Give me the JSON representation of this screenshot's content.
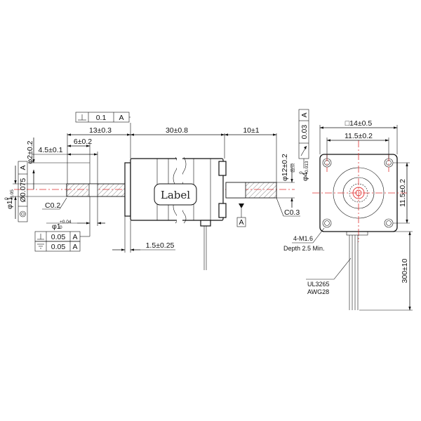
{
  "dimensions": {
    "len_13": "13±0.3",
    "len_30": "30±0.8",
    "len_10": "10±1",
    "len_6": "6±0.2",
    "len_4_5": "4.5±0.1",
    "len_1_5": "1.5±0.25",
    "sq_14": "□14±0.5",
    "pitch_h": "11.5±0.2",
    "pitch_v": "11.5±0.2",
    "lead_300": "300±10",
    "dia_2": "φ2±0.2",
    "dia_11_main": "φ11",
    "dia_11_sup": "0",
    "dia_11_sub": "-0.05",
    "dia_12": "φ12±0.2",
    "dia_12_note": "齿顶",
    "dia_4_main": "φ4",
    "dia_4_sup": "0",
    "dia_4_sub": "-0.013",
    "dia_1_main": "φ1",
    "dia_1_sup": "+0.04",
    "dia_1_sub": "0",
    "chamfer_left": "C0.2",
    "chamfer_right": "C0.3"
  },
  "tolerances": {
    "top_perp": {
      "value": "0.1",
      "datum": "A"
    },
    "right_flat": {
      "value": "0.03",
      "datum": "A"
    },
    "left_conc": {
      "value": "Ø0.075",
      "datum": "A"
    },
    "bottom_perp": {
      "value": "0.05",
      "datum": "A"
    },
    "bottom_coax": {
      "value": "0.05",
      "datum": "A"
    },
    "datum_flag": "A"
  },
  "labels": {
    "label_plate": "Label",
    "thread_note": "4-M1.6",
    "depth_note": "Depth 2.5 Min.",
    "cable_type": "UL3265",
    "cable_awg": "AWG28"
  },
  "symbols": {
    "perpendicularity": "⊥",
    "flatness": "flatness-arrow",
    "coaxiality": "concentric-circles"
  }
}
